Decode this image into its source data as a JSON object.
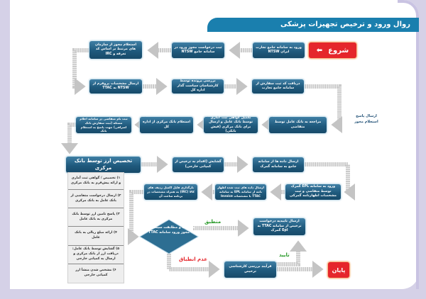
{
  "title": "روال ورود و ترخیص تجهیزات پزشکی",
  "start_label": "شروع",
  "end_label": "پایان",
  "steps": {
    "s1": "ورود به سامانه جامع تجارت ایران NTSW",
    "s2": "ثبت درخواست مجوز ورود در سامانه جامع NTSW",
    "s3": "استعلام مجوز از سازمان های مرتبط بر اساس کد تعرفه و IRC",
    "s4": "ارسال مشخصات پروفرم از NTSW به TTAC",
    "s5": "بررسی پرونده توسط کارشناسان سیاست گذار اداره کل",
    "s6": "دریافت کد ثبت سفارش از سامانه جامع تجارت",
    "s7": "مراجعه به بانک عامل توسط متقاضی",
    "s8": "تکمیل گواهی ثبت آماری توسط بانک عامل و ارسال برای بانک مرکزی (فیش بانکی)",
    "s9": "استعلام بانک مرکزی از اداره کل",
    "s10": "ثبت نام متقاضی در سامانه اعلام مسئله (ثبت سفارش بانک اصرافی) جهت پاسخ به استعلام بانک",
    "s11": "تخصیص ارز توسط بانک مرکزی",
    "s12": "گشایش (اقدام به ترخیص از کمپانی خارجی)",
    "s13": "ارسال داده ها از سامانه جامع به سامانه گمرک",
    "s14": "ورود به سامانه EPL گمرک توسط متقاضی و ثبت مشخصات اظهارنامه گمرکی",
    "s15": "ارسال داده های ثبت شده اظهار نامه از سامانه EPL به سامانه TTAC با مشخصات Invoice",
    "s16": "بارگذاری فایل اکسل ردیف های کالا (IRC) به همراه مشخصات در برنامه ساخت آن",
    "decision": "مقایسه و مطابقت سیستمی با مجوز ورود سامانه TTAC",
    "s17": "ارسال تاییدیه درخواست ترخیص از سامانه TTAC به Epl گمرک",
    "s18": "فرآیند بررسی کارشناسی ترخیص"
  },
  "side_note": "ارسال پاسخ استعلام مجوز",
  "branch_labels": {
    "match": "منطبق",
    "no_match": "عدم انطباق",
    "approve": "تایید"
  },
  "panel_items": [
    "۱) تخصیص / گواهی ثبت آماری و ارائه پیش‌فرم به بانک مرکزی",
    "۲) ارسال درخواست متقاضی از بانک عامل به بانک مرکزی",
    "۳) پاسخ تامین ارز توسط بانک مرکزی به بانک عامل",
    "۴) ارائه مبلغ ریالی به بانک عامل",
    "۵) گشایش توسط بانک عامل: دریافت ارز از بانک مرکزی و ارسال به کمپانی خارجی",
    "۶) مشخص شدن منشأ ارز کمپانی خارجی"
  ],
  "colors": {
    "box": "#1f5a7d",
    "title_bar": "#1a7fae",
    "start_end": "#e5262b",
    "match": "#2a9a2a",
    "no_match": "#e5262b",
    "arrow": "#c8c8c8",
    "background": "#d5d1e7"
  }
}
